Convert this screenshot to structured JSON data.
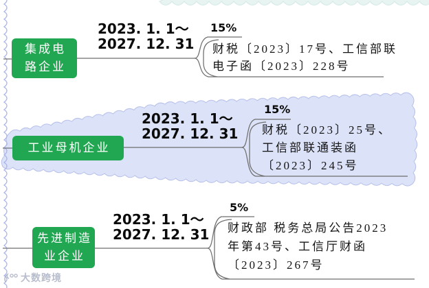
{
  "colors": {
    "node_green": "#21a751",
    "node_text": "#ffffff",
    "cloud_fill": "#dce2f7",
    "cloud_border": "#b6c0ea",
    "connector": "#6e6e6e",
    "top_cloud": "#e8f4f1",
    "top_cloud_border": "#d3e9e4",
    "left_wave": "#a9b4e9",
    "watermark": "#a6adc0"
  },
  "watermark": {
    "text": "大数跨境"
  },
  "branches": [
    {
      "entity": "集成电路企业",
      "entity_lines": [
        "集成电",
        "路企业"
      ],
      "period_lines": [
        "2023. 1. 1～",
        "2027. 12. 31"
      ],
      "rate": "15%",
      "basis_lines": [
        "财税〔2023〕17号、工信部联",
        "电子函〔2023〕228号"
      ]
    },
    {
      "entity": "工业母机企业",
      "entity_lines": [
        "工业母机企业"
      ],
      "period_lines": [
        "2023. 1. 1～",
        "2027. 12. 31"
      ],
      "rate": "15%",
      "basis_lines": [
        "财税〔2023〕25号、",
        "工信部联通装函",
        "〔2023〕245号"
      ]
    },
    {
      "entity": "先进制造业企业",
      "entity_lines": [
        "先进制造",
        "业企业"
      ],
      "period_lines": [
        "2023. 1. 1～",
        "2027. 12. 31"
      ],
      "rate": "5%",
      "basis_lines": [
        "财政部 税务总局公告2023",
        "年第43号、工信厅财函",
        "〔2023〕267号"
      ]
    }
  ]
}
